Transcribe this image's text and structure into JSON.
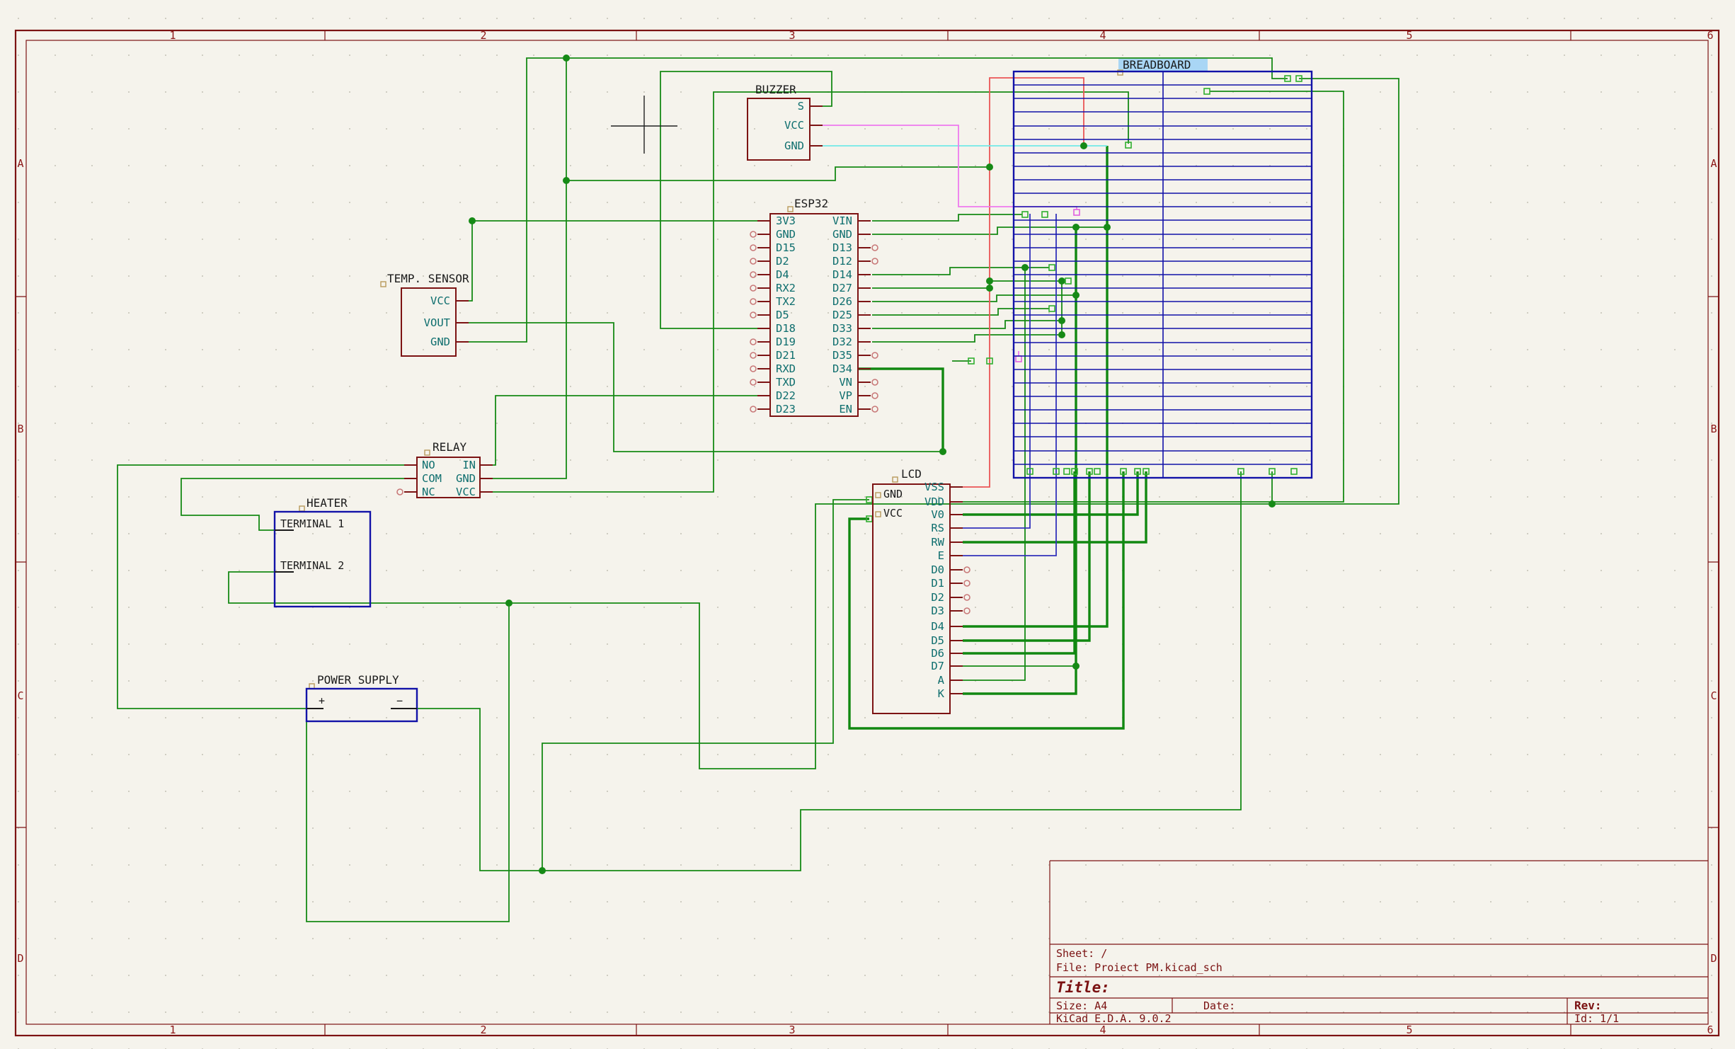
{
  "frame": {
    "columns": [
      "1",
      "2",
      "3",
      "4",
      "5",
      "6"
    ],
    "rows": [
      "A",
      "B",
      "C",
      "D"
    ]
  },
  "title_block": {
    "sheet": "Sheet: /",
    "file": "File: Proiect PM.kicad_sch",
    "title_label": "Title:",
    "size": "Size: A4",
    "date": "Date:",
    "rev": "Rev:",
    "generator": "KiCad E.D.A. 9.0.2",
    "id": "Id: 1/1"
  },
  "components": {
    "buzzer": {
      "label": "BUZZER",
      "pins": [
        "S",
        "VCC",
        "GND"
      ]
    },
    "esp32": {
      "label": "ESP32",
      "left_pins": [
        "3V3",
        "GND",
        "D15",
        "D2",
        "D4",
        "RX2",
        "TX2",
        "D5",
        "D18",
        "D19",
        "D21",
        "RXD",
        "TXD",
        "D22",
        "D23"
      ],
      "right_pins": [
        "VIN",
        "GND",
        "D13",
        "D12",
        "D14",
        "D27",
        "D26",
        "D25",
        "D33",
        "D32",
        "D35",
        "D34",
        "VN",
        "VP",
        "EN"
      ]
    },
    "temp_sensor": {
      "label": "TEMP. SENSOR",
      "pins": [
        "VCC",
        "VOUT",
        "GND"
      ]
    },
    "relay": {
      "label": "RELAY",
      "left_pins": [
        "NO",
        "COM",
        "NC"
      ],
      "right_pins": [
        "IN",
        "GND",
        "VCC"
      ]
    },
    "heater": {
      "label": "HEATER",
      "terminals": [
        "TERMINAL 1",
        "TERMINAL 2"
      ]
    },
    "power_supply": {
      "label": "POWER SUPPLY",
      "plus": "+",
      "minus": "−"
    },
    "lcd": {
      "label": "LCD",
      "pins": [
        "VSS",
        "VDD",
        "V0",
        "RS",
        "RW",
        "E",
        "D0",
        "D1",
        "D2",
        "D3",
        "D4",
        "D5",
        "D6",
        "D7",
        "A",
        "K"
      ],
      "side_labels": [
        "GND",
        "VCC"
      ]
    },
    "breadboard": {
      "label": "BREADBOARD"
    }
  },
  "colors": {
    "background": "#f5f3ec",
    "frame": "#7c1313",
    "component_outline": "#7c1313",
    "blue_outline": "#1212a8",
    "pin_text": "#0e6e6e",
    "wire_green": "#168a16",
    "wire_red": "#ea5555",
    "wire_cyan": "#72e8e8",
    "wire_magenta": "#ee7aee",
    "wire_blue": "#3333bb",
    "selection_highlight": "#a9d6f5"
  }
}
